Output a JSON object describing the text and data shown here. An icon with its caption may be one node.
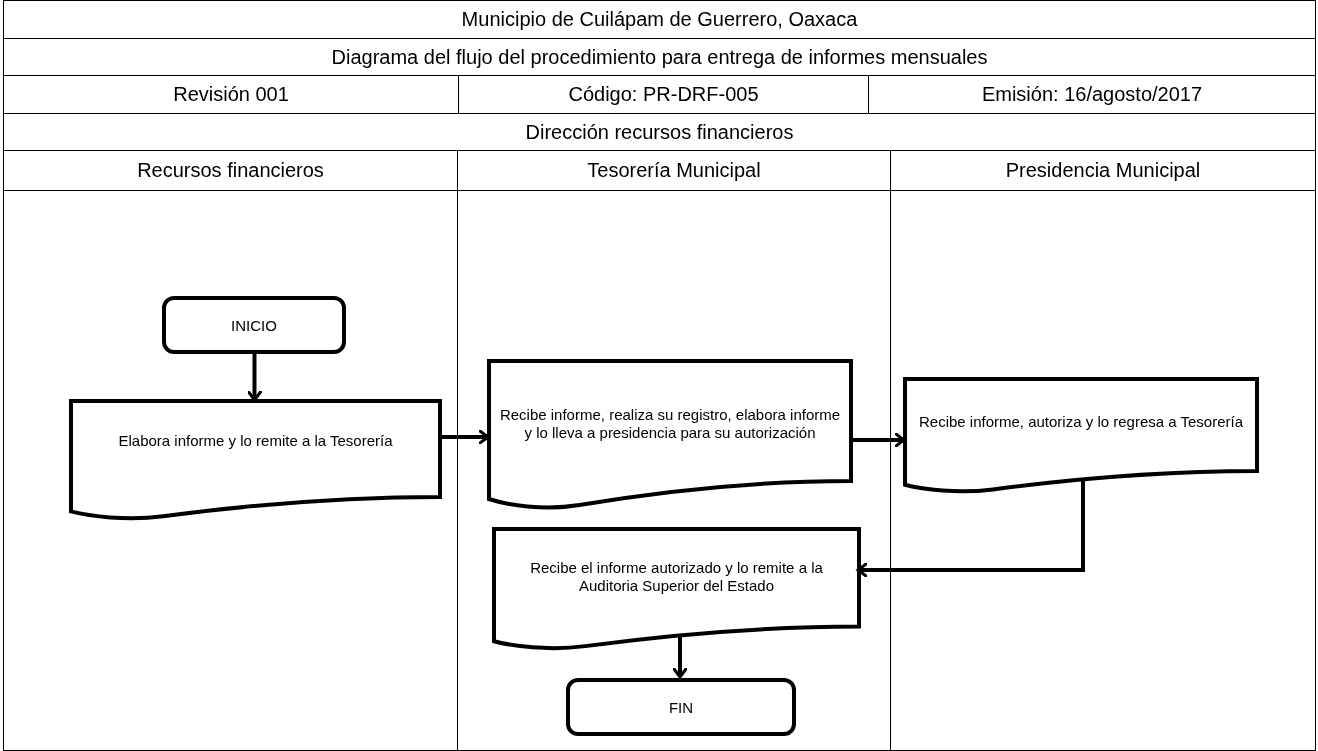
{
  "diagram": {
    "title": "Municipio de Cuilápam de Guerrero, Oaxaca",
    "labels": [
      "Diagrama del flujo del procedimiento para entrega de informes mensuales",
      "Revisión 001",
      "Código: PR-DRF-005",
      "Emisión: 16/agosto/2017",
      "Dirección recursos financieros"
    ],
    "nodes": [
      {
        "text": [
          "Recursos financieros"
        ]
      },
      {
        "text": [
          "Tesorería Municipal"
        ]
      },
      {
        "text": [
          "Presidencia Municipal"
        ]
      },
      {
        "text": [
          "INICIO"
        ],
        "in": 0
      },
      {
        "text": [
          "Elabora informe y lo remite a la Tesorería"
        ],
        "in": 0
      },
      {
        "text": [
          "Recibe informe, realiza su registro, elabora informe y lo lleva a presidencia para su autorización"
        ],
        "in": 1
      },
      {
        "text": [
          "Recibe informe, autoriza y lo regresa a Tesorería"
        ],
        "in": 2
      },
      {
        "text": [
          "Recibe el informe autorizado y lo remite a la Auditoria Superior del Estado"
        ],
        "in": 1
      },
      {
        "text": [
          "FIN"
        ],
        "in": 1
      }
    ],
    "edges": [
      {
        "from": 3,
        "to": 4,
        "arrow": "to"
      },
      {
        "from": 4,
        "to": 5,
        "arrow": "to"
      },
      {
        "from": 5,
        "to": 6,
        "arrow": "to"
      },
      {
        "from": 6,
        "to": 7,
        "arrow": "to"
      },
      {
        "from": 7,
        "to": 8,
        "arrow": "to"
      }
    ]
  }
}
